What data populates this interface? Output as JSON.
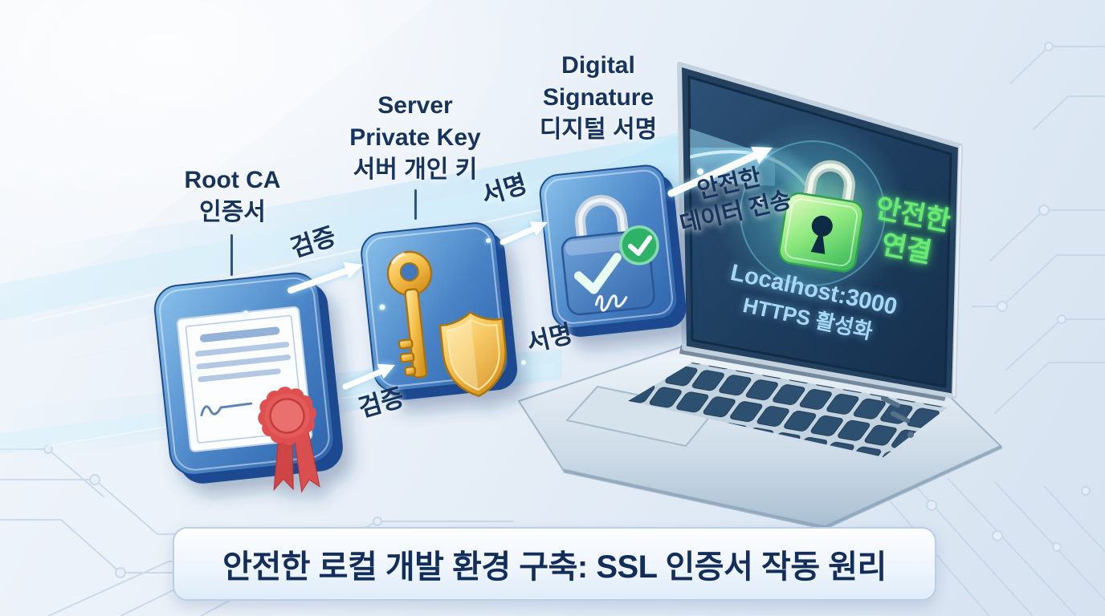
{
  "banner": {
    "title": "안전한 로컬 개발 환경 구축: SSL 인증서 작동 원리"
  },
  "nodes": {
    "root_ca": {
      "title": "Root CA",
      "subtitle": "인증서",
      "icon": "certificate-ribbon-icon"
    },
    "server_key": {
      "title": "Server",
      "title2": "Private Key",
      "subtitle": "서버 개인 키",
      "icon": "gold-key-shield-icon"
    },
    "digital_signature": {
      "title": "Digital",
      "title2": "Signature",
      "subtitle": "디지털 서명",
      "icon": "lock-check-signature-icon"
    }
  },
  "flow": {
    "verify_top": "검증",
    "verify_bottom": "검증",
    "sign_top": "서명",
    "sign_bottom": "서명",
    "transfer_line1": "안전한",
    "transfer_line2": "데이터 전송"
  },
  "laptop": {
    "secure_line1": "안전한",
    "secure_line2": "연결",
    "host": "Localhost:3000",
    "https_status": "HTTPS 활성화",
    "screen_icon": "green-padlock-icon"
  },
  "colors": {
    "label_navy": "#17345f",
    "tile_blue": "#3a74ba",
    "screen_navy": "#1d3c5d",
    "secure_green": "#69ea71",
    "screen_blue_text": "#a9d8f4",
    "seal_red": "#d94444",
    "key_gold": "#e8a92c",
    "beam_cyan": "#9fdcf6"
  }
}
